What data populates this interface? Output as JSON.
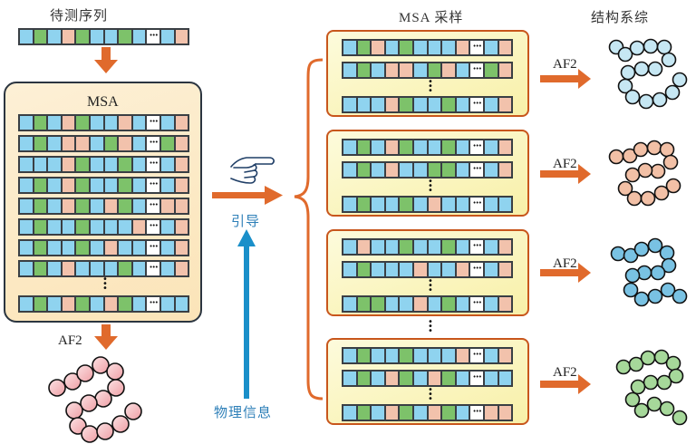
{
  "colors": {
    "B": "#8fd3ef",
    "G": "#7dc26a",
    "P": "#f2c2ac",
    "arrow_orange": "#e06a2c",
    "arrow_blue": "#1a8fc9",
    "text_blue": "#2d7fb8"
  },
  "query": {
    "title": "待测序列",
    "cells": [
      "B",
      "G",
      "B",
      "P",
      "G",
      "B",
      "B",
      "G",
      "B",
      "D",
      "B",
      "P"
    ]
  },
  "msa": {
    "title": "MSA",
    "rows": [
      [
        "B",
        "G",
        "B",
        "P",
        "G",
        "B",
        "B",
        "P",
        "B",
        "D",
        "B",
        "P"
      ],
      [
        "B",
        "G",
        "B",
        "P",
        "P",
        "B",
        "G",
        "P",
        "B",
        "D",
        "G",
        "P"
      ],
      [
        "B",
        "B",
        "B",
        "P",
        "G",
        "B",
        "B",
        "G",
        "B",
        "D",
        "B",
        "P"
      ],
      [
        "B",
        "G",
        "B",
        "P",
        "G",
        "B",
        "B",
        "G",
        "B",
        "D",
        "B",
        "P"
      ],
      [
        "B",
        "G",
        "B",
        "P",
        "G",
        "B",
        "P",
        "G",
        "B",
        "D",
        "P",
        "P"
      ],
      [
        "B",
        "G",
        "B",
        "B",
        "G",
        "B",
        "B",
        "B",
        "P",
        "D",
        "B",
        "P"
      ],
      [
        "B",
        "G",
        "B",
        "B",
        "G",
        "B",
        "P",
        "B",
        "B",
        "D",
        "B",
        "P"
      ],
      [
        "B",
        "G",
        "B",
        "P",
        "B",
        "B",
        "B",
        "G",
        "B",
        "D",
        "B",
        "P"
      ]
    ],
    "last_row": [
      "B",
      "G",
      "B",
      "P",
      "G",
      "B",
      "P",
      "G",
      "B",
      "D",
      "B",
      "B"
    ],
    "ellipsis": "⋮"
  },
  "left_af2_label": "AF2",
  "guide": {
    "label": "引导",
    "hand_icon": "pointing-hand-icon"
  },
  "physics": {
    "label": "物理信息"
  },
  "samples": {
    "title": "MSA 采样",
    "groups": [
      {
        "rows": [
          [
            "B",
            "G",
            "P",
            "B",
            "G",
            "B",
            "B",
            "B",
            "P",
            "D",
            "B",
            "P"
          ],
          [
            "B",
            "G",
            "B",
            "P",
            "P",
            "B",
            "G",
            "P",
            "B",
            "D",
            "G",
            "P"
          ],
          [
            "B",
            "B",
            "B",
            "P",
            "G",
            "B",
            "B",
            "G",
            "B",
            "D",
            "B",
            "P"
          ]
        ],
        "af2_label": "AF2",
        "structure_color": "#c6e7f3"
      },
      {
        "rows": [
          [
            "B",
            "G",
            "B",
            "P",
            "G",
            "B",
            "B",
            "G",
            "B",
            "D",
            "B",
            "P"
          ],
          [
            "B",
            "G",
            "B",
            "P",
            "B",
            "B",
            "G",
            "G",
            "B",
            "D",
            "B",
            "P"
          ],
          [
            "B",
            "G",
            "B",
            "B",
            "G",
            "B",
            "P",
            "B",
            "B",
            "D",
            "B",
            "B"
          ]
        ],
        "af2_label": "AF2",
        "structure_color": "#f2c0a6"
      },
      {
        "rows": [
          [
            "B",
            "P",
            "B",
            "B",
            "G",
            "B",
            "B",
            "G",
            "B",
            "D",
            "B",
            "P"
          ],
          [
            "B",
            "G",
            "B",
            "B",
            "B",
            "P",
            "B",
            "B",
            "P",
            "D",
            "B",
            "P"
          ],
          [
            "B",
            "G",
            "G",
            "B",
            "B",
            "P",
            "B",
            "G",
            "B",
            "D",
            "B",
            "P"
          ]
        ],
        "af2_label": "AF2",
        "structure_color": "#79c2e3"
      },
      {
        "rows": [
          [
            "B",
            "G",
            "B",
            "B",
            "G",
            "B",
            "B",
            "B",
            "P",
            "D",
            "B",
            "P"
          ],
          [
            "B",
            "G",
            "B",
            "P",
            "G",
            "B",
            "P",
            "G",
            "B",
            "D",
            "B",
            "B"
          ],
          [
            "B",
            "G",
            "B",
            "P",
            "G",
            "B",
            "P",
            "G",
            "B",
            "D",
            "P",
            "P"
          ]
        ],
        "af2_label": "AF2",
        "structure_color": "#a6d89a"
      }
    ]
  },
  "ensemble": {
    "title": "结构系综"
  }
}
